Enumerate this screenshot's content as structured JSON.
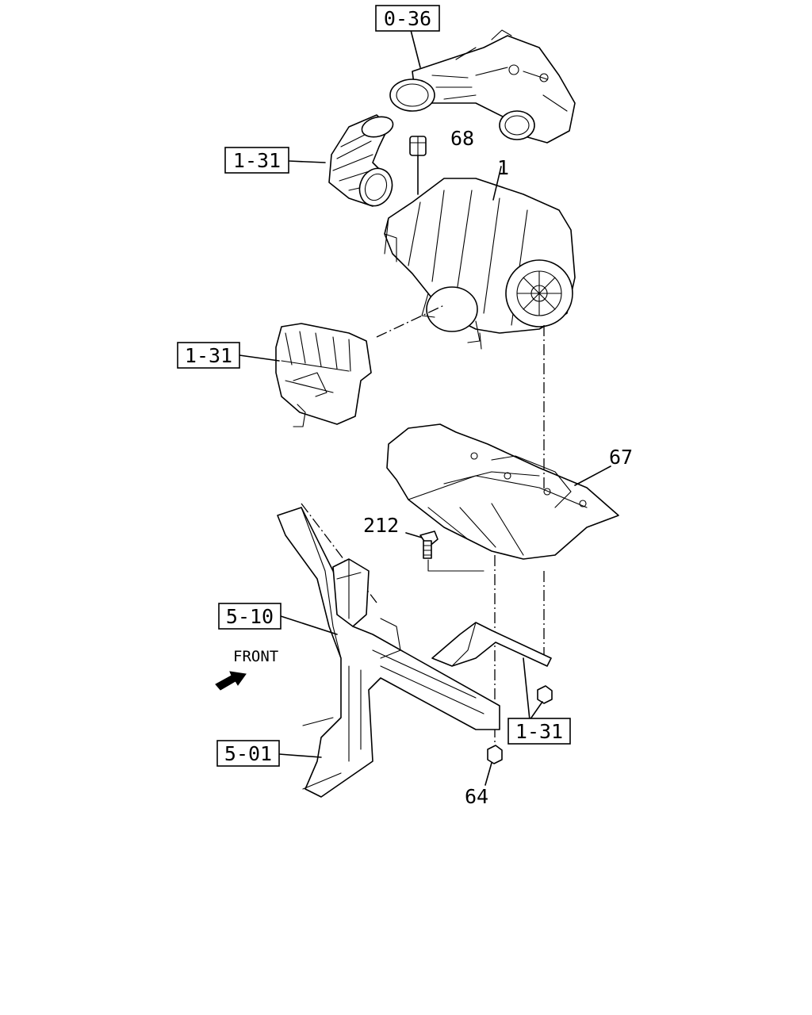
{
  "callouts": {
    "ref_0_36": "0-36",
    "ref_1_31_hose": "1-31",
    "ref_1_31_inlet": "1-31",
    "ref_1_31_frame": "1-31",
    "ref_5_10": "5-10",
    "ref_5_01": "5-01",
    "part_1": "1",
    "part_68": "68",
    "part_67": "67",
    "part_212": "212",
    "part_64": "64"
  },
  "direction": {
    "front": "FRONT"
  }
}
